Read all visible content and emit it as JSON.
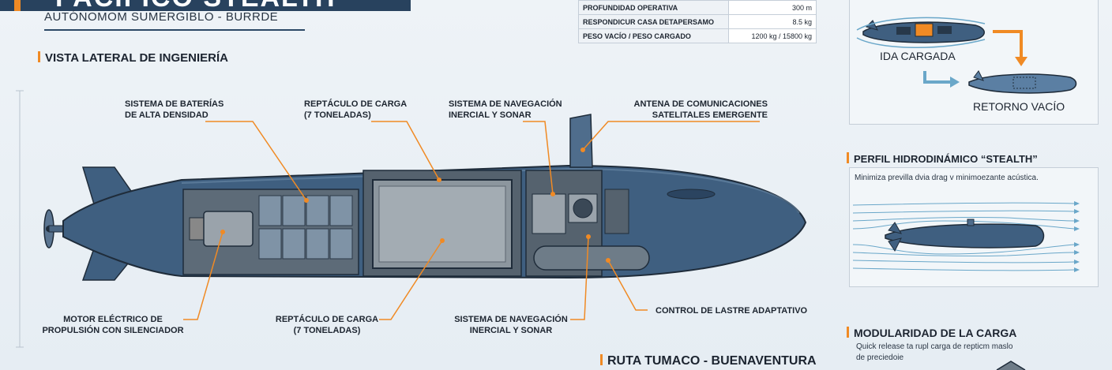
{
  "header": {
    "title": "PACIFICO STEALTH",
    "subtitle": "AUTÓNOMOM SUMERGIBLO - BURRDE"
  },
  "specs": [
    {
      "label": "PROFUNDIDAD OPERATIVA",
      "value": "300 m"
    },
    {
      "label": "RESPONDICUR CASA DETAPERSAMO",
      "value": "8.5 kg"
    },
    {
      "label": "PESO VACÍO / PESO CARGADO",
      "value": "1200 kg / 15800 kg"
    }
  ],
  "sections": {
    "lateral": "VISTA LATERAL DE INGENIERÍA",
    "route": "RUTA TUMACO - BUENAVENTURA",
    "stealth": "PERFIL HIDRODINÁMICO “STEALTH”",
    "modular": "MODULARIDAD DE LA CARGA"
  },
  "callouts": {
    "batteries": [
      "SISTEMA DE BATERÍAS",
      "DE ALTA DENSIDAD"
    ],
    "cargo_top": [
      "REPTÁCULO DE CARGA",
      "(7 TONELADAS)"
    ],
    "nav_top": [
      "SISTEMA DE NAVEGACIÓN",
      "INERCIAL Y SONAR"
    ],
    "antenna": [
      "ANTENA DE COMUNICACIONES",
      "SATELITALES EMERGENTE"
    ],
    "motor": [
      "MOTOR ELÉCTRICO DE",
      "PROPULSIÓN CON SILENCIADOR"
    ],
    "cargo_bottom": [
      "REPTÁCULO DE CARGA",
      "(7 TONELADAS)"
    ],
    "nav_bottom": [
      "SISTEMA DE NAVEGACIÓN",
      "INERCIAL Y SONAR"
    ],
    "ballast": "CONTROL DE LASTRE ADAPTATIVO"
  },
  "mission": {
    "loaded": "IDA CARGADA",
    "empty": "RETORNO VACÍO"
  },
  "stealth_desc": "Minimiza previlla dvia drag v minimoezante acústica.",
  "modular_desc": [
    "Quick release ta rupl carga de repticm maslo",
    "de preciedoie"
  ],
  "colors": {
    "hull": "#3f5f80",
    "accent": "#f08a24",
    "arrow_blue": "#6aa7c9",
    "navy": "#28425e"
  }
}
